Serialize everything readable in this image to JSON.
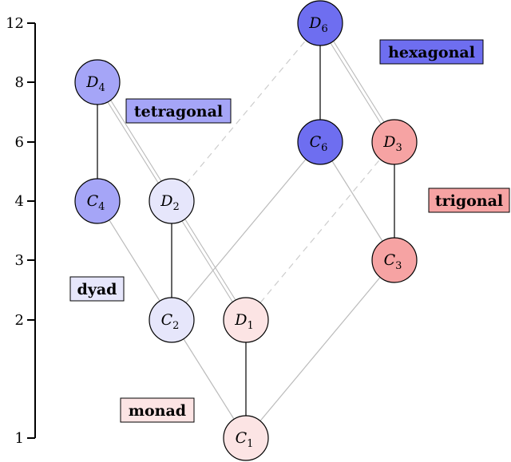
{
  "axis": {
    "ticks": [
      {
        "value": 1,
        "label": "1"
      },
      {
        "value": 2,
        "label": "2"
      },
      {
        "value": 3,
        "label": "3"
      },
      {
        "value": 4,
        "label": "4"
      },
      {
        "value": 6,
        "label": "6"
      },
      {
        "value": 8,
        "label": "8"
      },
      {
        "value": 12,
        "label": "12"
      }
    ]
  },
  "nodes": [
    {
      "id": "C1",
      "base": "C",
      "sub": "1",
      "order": 1,
      "color": "#fce4e4"
    },
    {
      "id": "C2",
      "base": "C",
      "sub": "2",
      "order": 2,
      "color": "#e6e6fb"
    },
    {
      "id": "D1",
      "base": "D",
      "sub": "1",
      "order": 2,
      "color": "#fce4e4"
    },
    {
      "id": "C3",
      "base": "C",
      "sub": "3",
      "order": 3,
      "color": "#f6a3a3"
    },
    {
      "id": "C4",
      "base": "C",
      "sub": "4",
      "order": 4,
      "color": "#a5a5f7"
    },
    {
      "id": "D2",
      "base": "D",
      "sub": "2",
      "order": 4,
      "color": "#e6e6fb"
    },
    {
      "id": "C6",
      "base": "C",
      "sub": "6",
      "order": 6,
      "color": "#6e6ef0"
    },
    {
      "id": "D3",
      "base": "D",
      "sub": "3",
      "order": 6,
      "color": "#f6a3a3"
    },
    {
      "id": "D4",
      "base": "D",
      "sub": "4",
      "order": 8,
      "color": "#a5a5f7"
    },
    {
      "id": "D6",
      "base": "D",
      "sub": "6",
      "order": 12,
      "color": "#6e6ef0"
    }
  ],
  "edges": [
    {
      "from": "C1",
      "to": "D1",
      "style": "solid"
    },
    {
      "from": "C2",
      "to": "D2",
      "style": "solid"
    },
    {
      "from": "C3",
      "to": "D3",
      "style": "solid"
    },
    {
      "from": "C4",
      "to": "D4",
      "style": "solid"
    },
    {
      "from": "C6",
      "to": "D6",
      "style": "solid"
    },
    {
      "from": "C1",
      "to": "C2",
      "style": "light"
    },
    {
      "from": "C1",
      "to": "C3",
      "style": "light"
    },
    {
      "from": "C2",
      "to": "C4",
      "style": "light"
    },
    {
      "from": "C2",
      "to": "C6",
      "style": "light"
    },
    {
      "from": "C6",
      "to": "C3",
      "style": "light"
    },
    {
      "from": "D1",
      "to": "D2",
      "style": "double"
    },
    {
      "from": "D2",
      "to": "D4",
      "style": "double"
    },
    {
      "from": "D3",
      "to": "D6",
      "style": "double"
    },
    {
      "from": "D1",
      "to": "D3",
      "style": "dashed"
    },
    {
      "from": "D2",
      "to": "D6",
      "style": "dashed"
    }
  ],
  "families": [
    {
      "id": "hexagonal",
      "label": "hexagonal",
      "color": "#6e6ef0"
    },
    {
      "id": "tetragonal",
      "label": "tetragonal",
      "color": "#a5a5f7"
    },
    {
      "id": "trigonal",
      "label": "trigonal",
      "color": "#f6a3a3"
    },
    {
      "id": "dyad",
      "label": "dyad",
      "color": "#e6e6fb"
    },
    {
      "id": "monad",
      "label": "monad",
      "color": "#fce4e4"
    }
  ]
}
